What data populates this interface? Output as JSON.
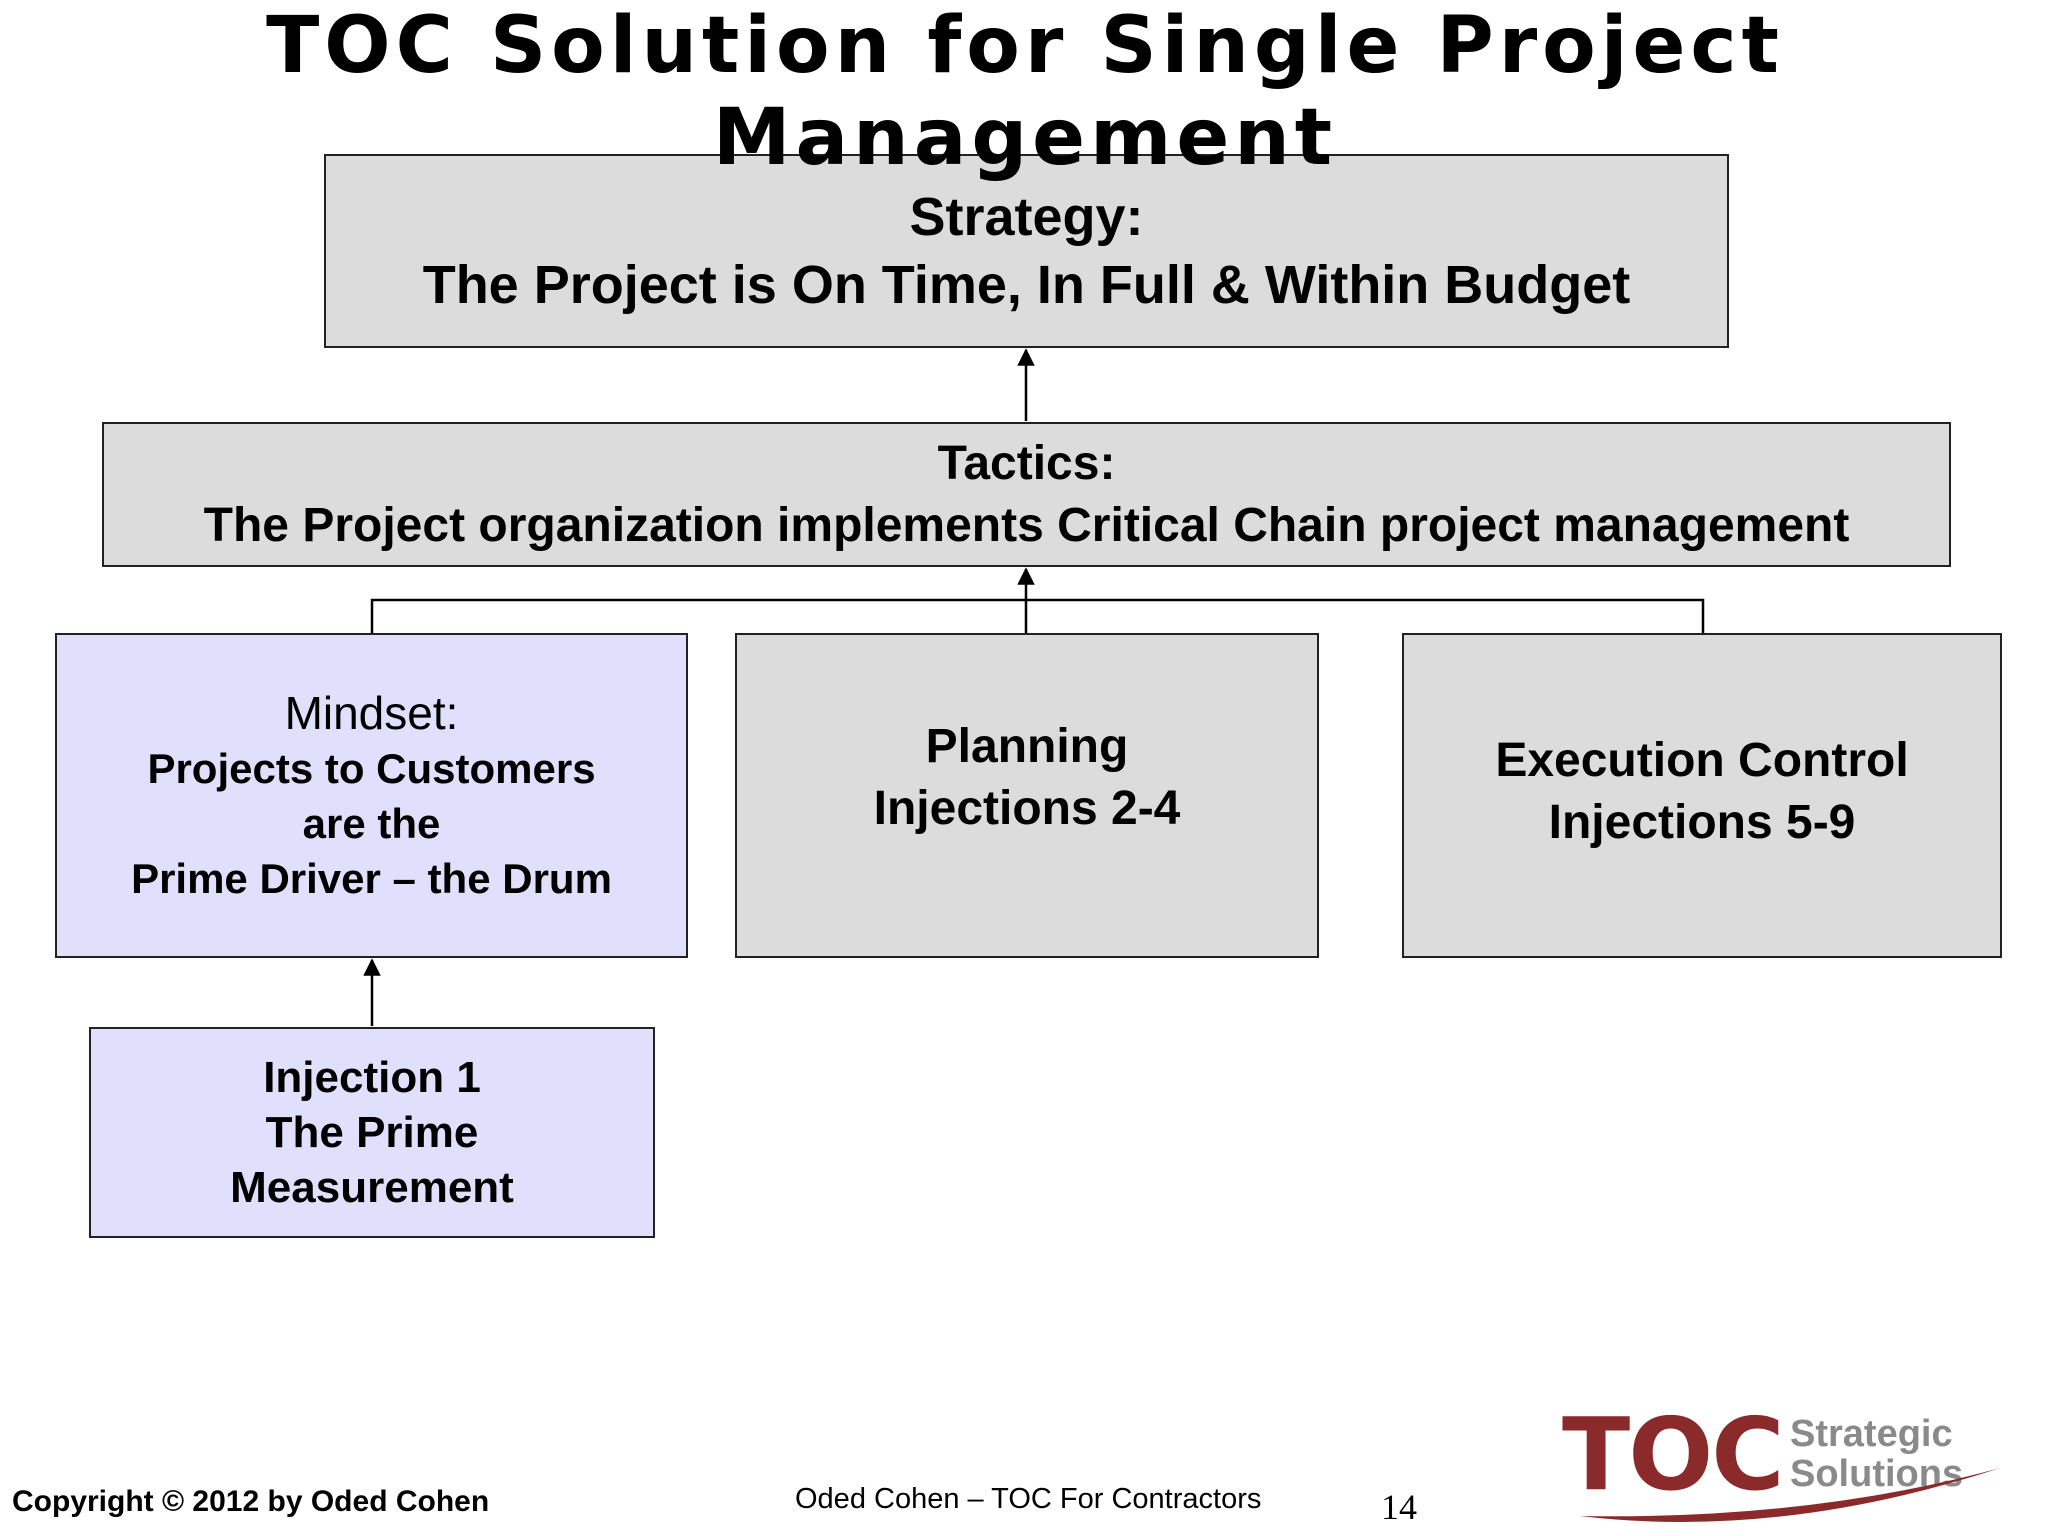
{
  "title": "TOC Solution for Single Project Management",
  "strategy": {
    "heading": "Strategy:",
    "text": "The Project is On Time, In Full & Within Budget"
  },
  "tactics": {
    "heading": "Tactics:",
    "text": "The Project organization implements Critical Chain project management"
  },
  "mindset": {
    "heading": "Mindset:",
    "lines": [
      "Projects to Customers",
      "are the",
      "Prime Driver – the Drum"
    ]
  },
  "planning": {
    "lines": [
      "Planning",
      "Injections 2-4"
    ]
  },
  "execution": {
    "lines": [
      "Execution Control",
      "Injections 5-9"
    ]
  },
  "injection1": {
    "lines": [
      "Injection 1",
      "The Prime",
      "Measurement"
    ]
  },
  "footer": {
    "copyright": "Copyright © 2012 by Oded Cohen",
    "center": "Oded Cohen – TOC For Contractors",
    "page_number": "14"
  },
  "logo": {
    "mark": "TOC",
    "line1": "Strategic",
    "line2": "Solutions"
  },
  "colors": {
    "grey_box": "#dcdcdc",
    "lavender_box": "#e1e0fc",
    "logo_red": "#8a2a2a",
    "logo_grey": "#8a8a8a"
  }
}
